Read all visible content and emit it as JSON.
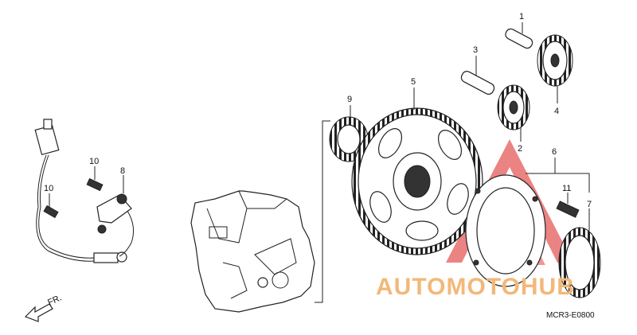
{
  "callouts": [
    "1",
    "2",
    "3",
    "4",
    "5",
    "6",
    "7",
    "8",
    "9",
    "10",
    "10",
    "11"
  ],
  "direction_label": "FR.",
  "diagram_code": "MCR3-E0800",
  "watermark": {
    "text": "AUTOMOTOHUB",
    "color": "#f2b878",
    "logo_color": "#e03030"
  }
}
